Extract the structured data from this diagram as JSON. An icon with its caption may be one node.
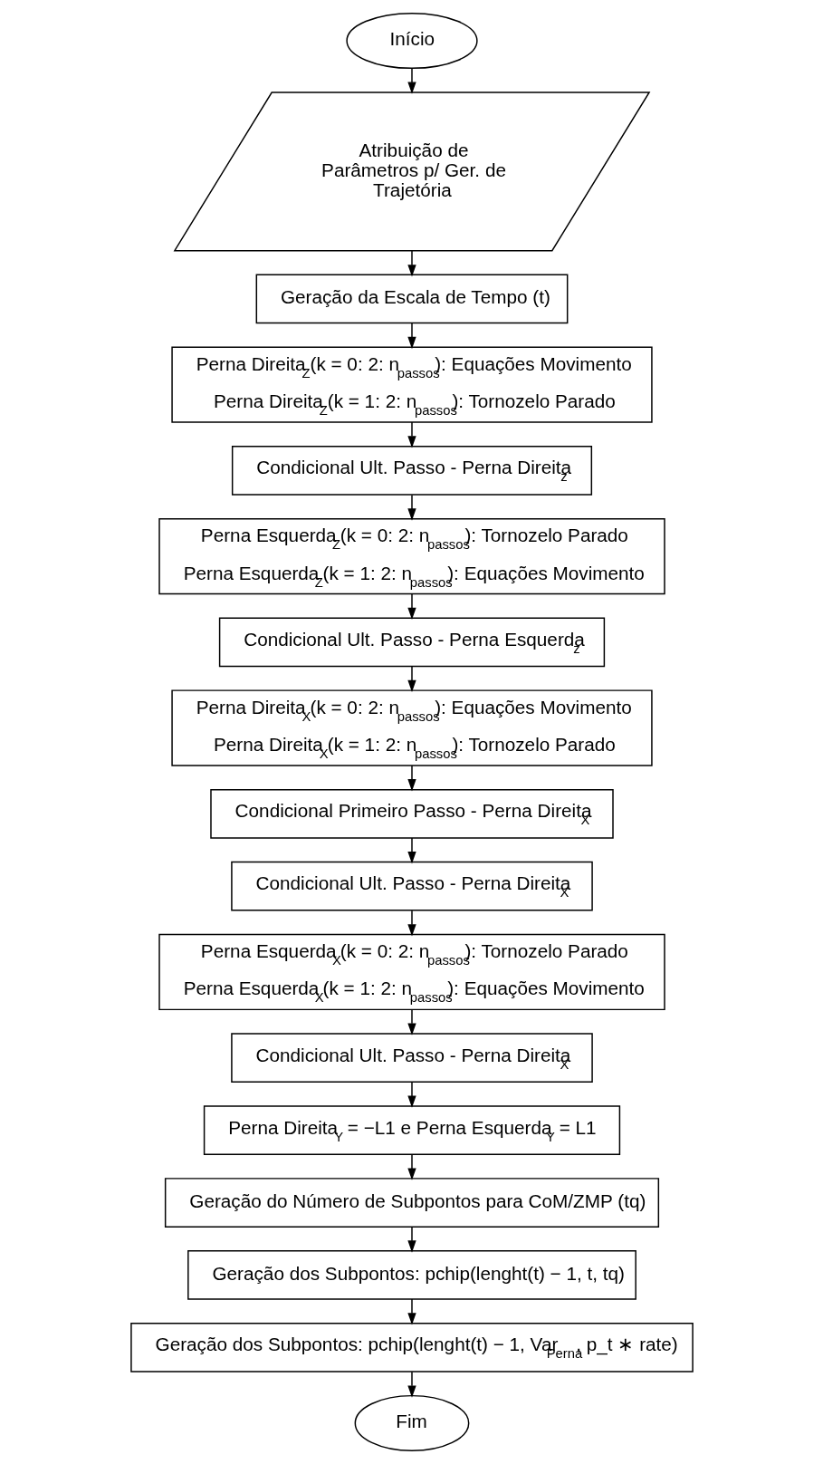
{
  "diagram": {
    "nodes": [
      {
        "text": [
          "Início"
        ]
      },
      {
        "text": [
          "Atribuição de Parâmetros p/ Ger. de Trajetória"
        ]
      },
      {
        "text": [
          "Geração da Escala de Tempo (t)"
        ]
      },
      {
        "text": [
          "Perna Direita$_{Z}$(k = 0: 2: n$_{passos}$): Equações Movimento",
          "Perna Direita$_{Z}$(k = 1: 2: n$_{passos}$): Tornozelo Parado"
        ]
      },
      {
        "text": [
          "Condicional Ult. Passo - Perna Direita$_{z}$"
        ]
      },
      {
        "text": [
          "Perna Esquerda$_{Z}$(k = 0: 2: n$_{passos}$): Tornozelo Parado",
          "Perna Esquerda$_{Z}$(k = 1: 2: n$_{passos}$): Equações Movimento"
        ]
      },
      {
        "text": [
          "Condicional Ult. Passo - Perna Esquerda$_{z}$"
        ]
      },
      {
        "text": [
          "Perna Direita$_{X}$(k = 0: 2: n$_{passos}$): Equações Movimento",
          "Perna Direita$_{X}$(k = 1: 2: n$_{passos}$): Tornozelo Parado"
        ]
      },
      {
        "text": [
          "Condicional Primeiro Passo - Perna Direita$_{X}$"
        ]
      },
      {
        "text": [
          "Condicional Ult. Passo - Perna Direita$_{X}$"
        ]
      },
      {
        "text": [
          "Perna Esquerda$_{X}$(k = 0: 2: n$_{passos}$): Tornozelo Parado",
          "Perna Esquerda$_{X}$(k = 1: 2: n$_{passos}$): Equações Movimento"
        ]
      },
      {
        "text": [
          "Condicional Ult. Passo - Perna Direita$_{X}$"
        ]
      },
      {
        "text": [
          "Perna Direita$_{Y}$ = −L1 e Perna Esquerda$_{Y}$ = L1"
        ]
      },
      {
        "text": [
          "Geração do Número de Subpontos para CoM/ZMP (tq)"
        ]
      },
      {
        "text": [
          "Geração dos Subpontos: pchip(lenght(t) − 1, t, tq)"
        ]
      },
      {
        "text": [
          "Geração dos Subpontos: pchip(lenght(t) − 1, Var$_{Perna}$, p_t ∗ rate)"
        ]
      },
      {
        "text": [
          "Fim"
        ]
      }
    ],
    "edges": [
      {
        "from": 0,
        "to": 1,
        "arrow": "to"
      },
      {
        "from": 1,
        "to": 2,
        "arrow": "to"
      },
      {
        "from": 2,
        "to": 3,
        "arrow": "to"
      },
      {
        "from": 3,
        "to": 4,
        "arrow": "to"
      },
      {
        "from": 4,
        "to": 5,
        "arrow": "to"
      },
      {
        "from": 5,
        "to": 6,
        "arrow": "to"
      },
      {
        "from": 6,
        "to": 7,
        "arrow": "to"
      },
      {
        "from": 7,
        "to": 8,
        "arrow": "to"
      },
      {
        "from": 8,
        "to": 9,
        "arrow": "to"
      },
      {
        "from": 9,
        "to": 10,
        "arrow": "to"
      },
      {
        "from": 10,
        "to": 11,
        "arrow": "to"
      },
      {
        "from": 11,
        "to": 12,
        "arrow": "to"
      },
      {
        "from": 12,
        "to": 13,
        "arrow": "to"
      },
      {
        "from": 13,
        "to": 14,
        "arrow": "to"
      },
      {
        "from": 14,
        "to": 15,
        "arrow": "to"
      },
      {
        "from": 15,
        "to": 16,
        "arrow": "to"
      }
    ]
  }
}
